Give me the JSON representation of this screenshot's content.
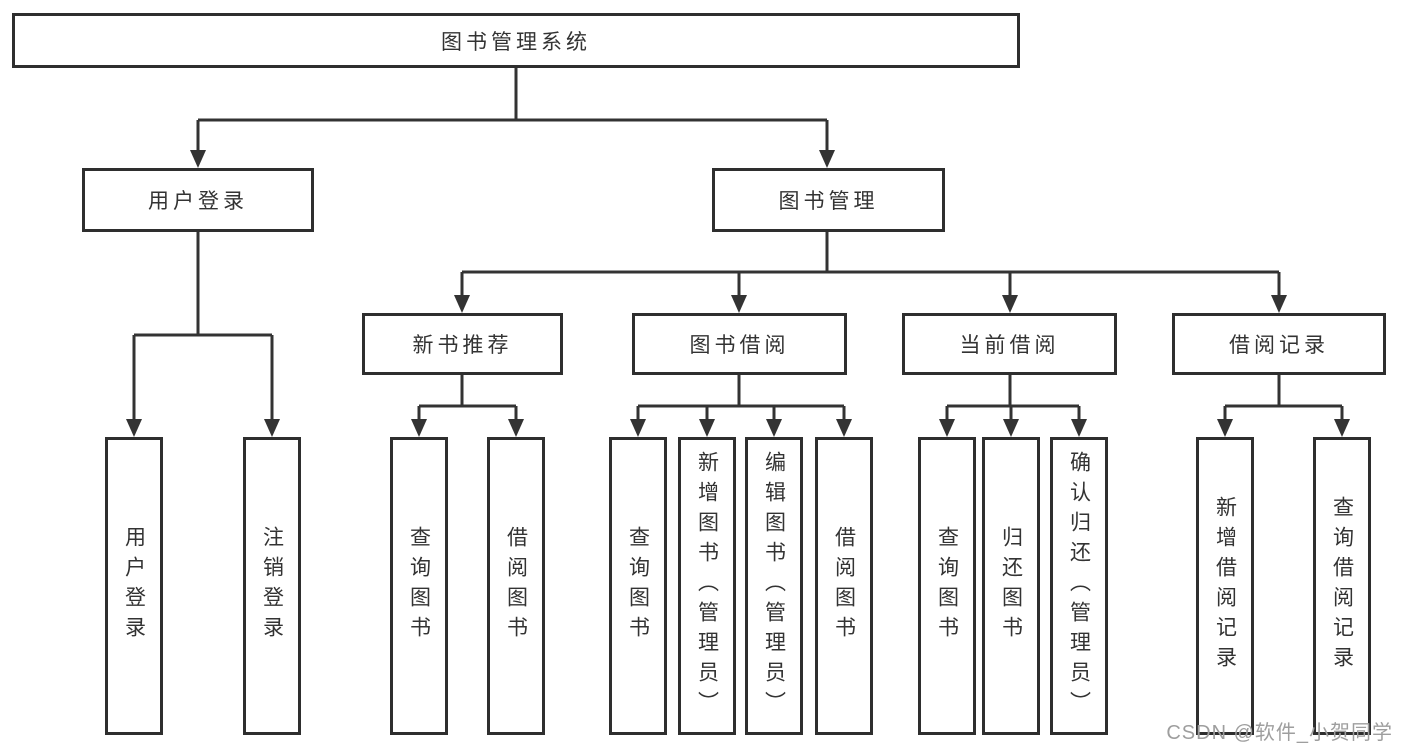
{
  "diagram": {
    "root": {
      "label": "图书管理系统"
    },
    "branches": [
      {
        "label": "用户登录",
        "children": [
          "用户登录",
          "注销登录"
        ]
      },
      {
        "label": "图书管理",
        "children": [
          {
            "label": "新书推荐",
            "children": [
              "查询图书",
              "借阅图书"
            ]
          },
          {
            "label": "图书借阅",
            "children": [
              "查询图书",
              "新增图书（管理员）",
              "编辑图书（管理员）",
              "借阅图书"
            ]
          },
          {
            "label": "当前借阅",
            "children": [
              "查询图书",
              "归还图书",
              "确认归还（管理员）"
            ]
          },
          {
            "label": "借阅记录",
            "children": [
              "新增借阅记录",
              "查询借阅记录"
            ]
          }
        ]
      }
    ]
  },
  "watermark": {
    "text": "CSDN @软件_小贺同学"
  },
  "colors": {
    "line": "#333333",
    "box_border": "#2e2e2e",
    "text": "#333333",
    "watermark": "#9e9e9e",
    "background": "#ffffff"
  }
}
